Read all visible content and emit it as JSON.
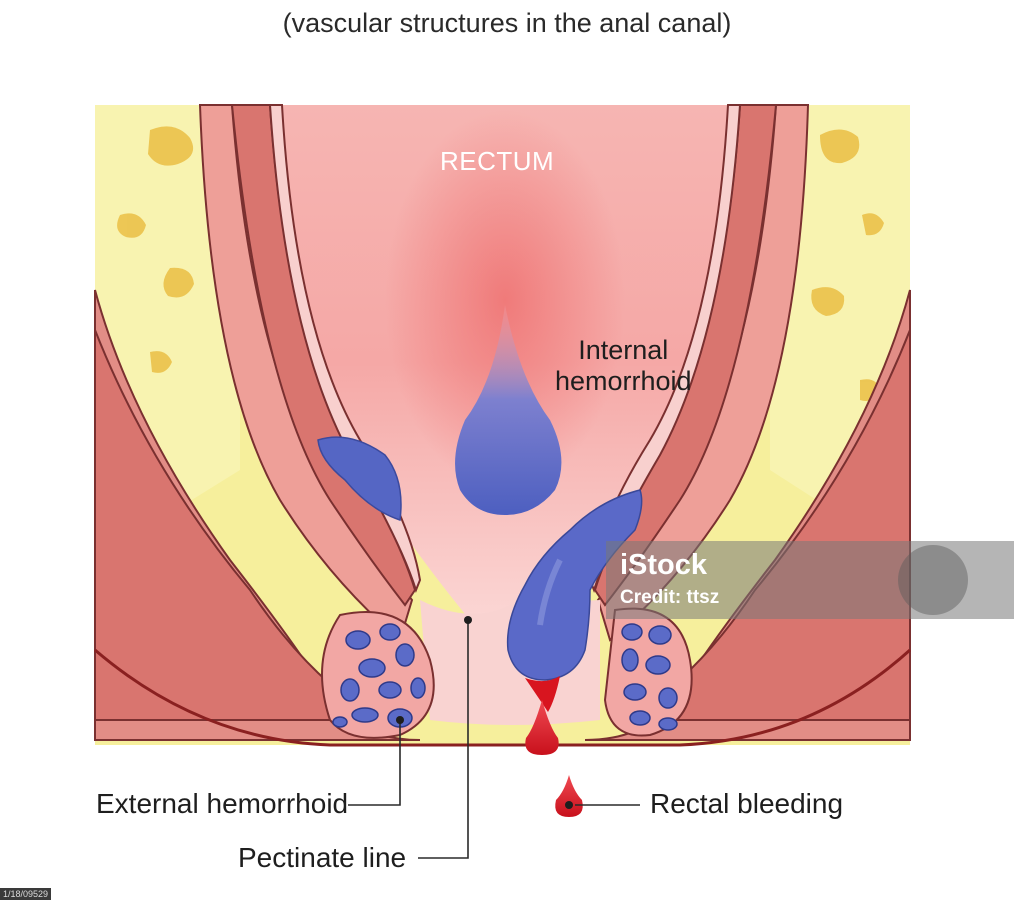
{
  "subtitle": "(vascular structures in the anal canal)",
  "labels": {
    "rectum": "RECTUM",
    "internal_hemorrhoid_line1": "Internal",
    "internal_hemorrhoid_line2": "hemorrhoid",
    "external_hemorrhoid": "External hemorrhoid",
    "pectinate_line": "Pectinate line",
    "rectal_bleeding": "Rectal bleeding"
  },
  "watermark": {
    "logo": "iStock",
    "credit": "Credit: ttsz"
  },
  "image_id": "1/18/09529",
  "colors": {
    "fat": "#f6ef9c",
    "muscle": "#d9756f",
    "mucosa": "#f2a7a4",
    "vein": "#5b6bc8",
    "blood": "#e0202c",
    "outline": "#7a3030"
  }
}
